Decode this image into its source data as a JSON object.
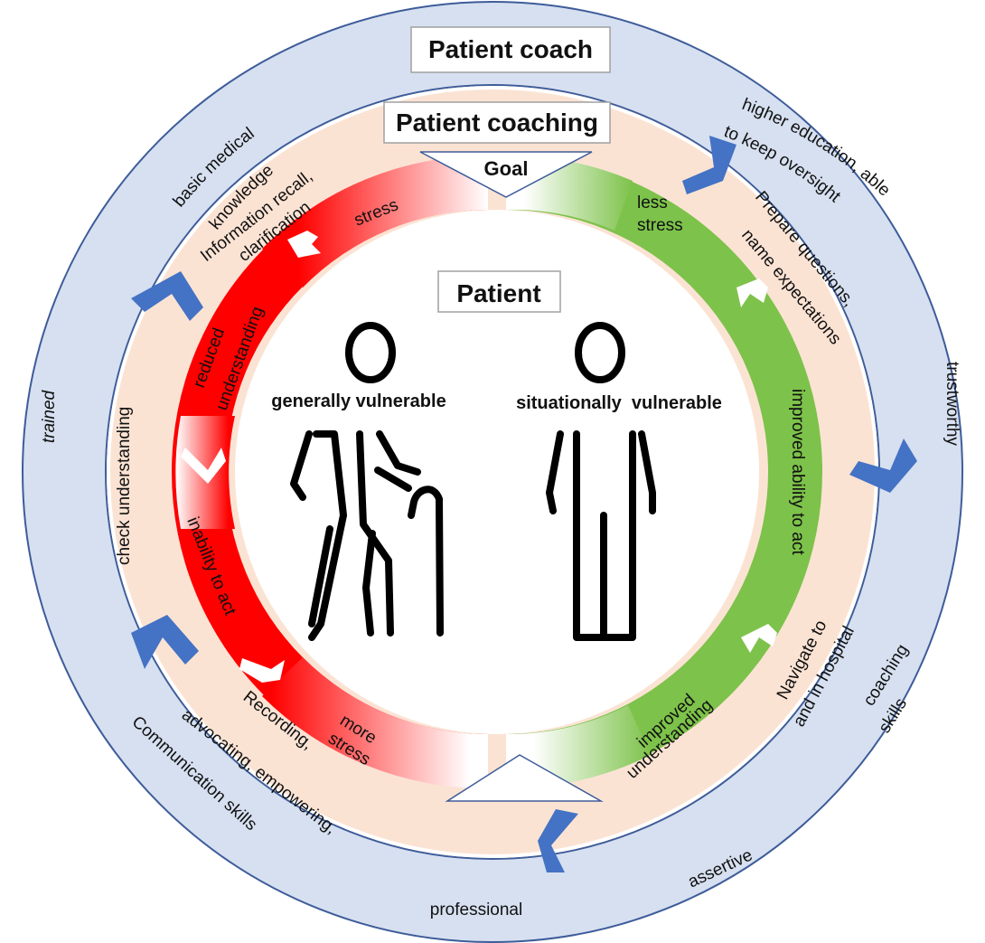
{
  "colors": {
    "outer_ring": "#d6e0f0",
    "outer_ring_stroke": "#3e5c9a",
    "middle_ring": "#fbe3d4",
    "chevron_blue": "#4472c4",
    "red_arc": "#ff0000",
    "green_arc": "#7dc24a",
    "person_stroke": "#000000"
  },
  "titles": {
    "patient_coach": "Patient coach",
    "patient_coaching": "Patient coaching",
    "patient": "Patient",
    "goal": "Goal"
  },
  "outer_ring_labels": {
    "basic_medical": "basic medical",
    "knowledge": "knowledge",
    "higher_education": "higher education, able",
    "to_keep_oversight": "to keep oversight",
    "trustworthy": "trustworthy",
    "coaching": "coaching",
    "skills": "skills",
    "assertive": "assertive",
    "professional": "professional",
    "communication_skills": "Communication skills",
    "trained": "trained"
  },
  "middle_ring_labels": {
    "information_recall": "Information recall,",
    "clarification": "clarification",
    "prepare_questions": "Prepare questions,",
    "name_expectations": "name expectations",
    "navigate_to": "Navigate to",
    "and_in_hospital": "and in hospital",
    "recording": "Recording,",
    "advocating": "advocating, empowering,",
    "check_understanding": "check understanding"
  },
  "inner_ring_labels": {
    "stress": "stress",
    "reduced": "reduced",
    "understanding": "understanding",
    "inability_to_act": "inability to act",
    "more": "more",
    "more_stress": "stress",
    "less": "less",
    "less_stress": "stress",
    "improved_ability": "improved ability to act",
    "improved": "improved",
    "improved_understanding": "understanding"
  },
  "persons": {
    "generally_vulnerable": "generally vulnerable",
    "situationally_vulnerable": "situationally  vulnerable"
  }
}
